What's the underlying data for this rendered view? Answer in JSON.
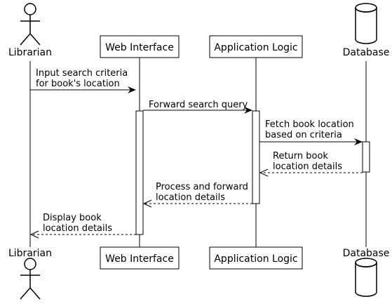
{
  "participants": {
    "librarian": {
      "label": "Librarian",
      "kind": "actor"
    },
    "web": {
      "label": "Web Interface",
      "kind": "participant"
    },
    "logic": {
      "label": "Application Logic",
      "kind": "participant"
    },
    "db": {
      "label": "Database",
      "kind": "database"
    }
  },
  "messages": [
    {
      "from": "librarian",
      "to": "web",
      "style": "solid",
      "lines": [
        "Input search criteria",
        "for book's location"
      ]
    },
    {
      "from": "web",
      "to": "logic",
      "style": "solid",
      "lines": [
        "Forward search query"
      ]
    },
    {
      "from": "logic",
      "to": "db",
      "style": "solid",
      "lines": [
        "Fetch book location",
        "based on criteria"
      ]
    },
    {
      "from": "db",
      "to": "logic",
      "style": "dashed",
      "lines": [
        "Return book",
        "location details"
      ]
    },
    {
      "from": "logic",
      "to": "web",
      "style": "dashed",
      "lines": [
        "Process and forward",
        "location details"
      ]
    },
    {
      "from": "web",
      "to": "librarian",
      "style": "dashed",
      "lines": [
        "Display book",
        "location details"
      ]
    }
  ]
}
